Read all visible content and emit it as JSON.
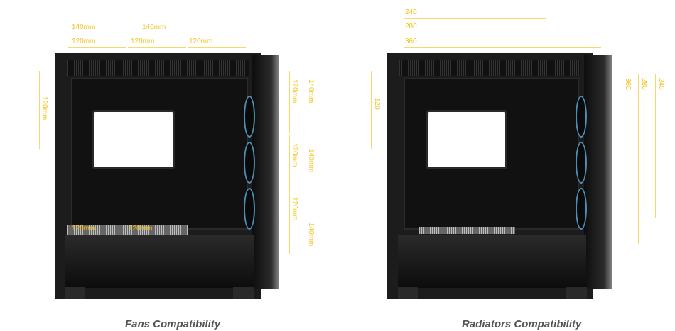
{
  "accent_color": "#f2c21b",
  "fans": {
    "caption": "Fans Compatibility",
    "top_row1": [
      "140mm",
      "140mm"
    ],
    "top_row2": [
      "120mm",
      "120mm",
      "120mm"
    ],
    "rear": "120mm",
    "front_120": [
      "120mm",
      "120mm",
      "120mm"
    ],
    "front_140": [
      "140mm",
      "140mm",
      "140mm"
    ],
    "bottom": [
      "120mm",
      "120mm"
    ]
  },
  "radiators": {
    "caption": "Radiators Compatibility",
    "top": [
      "240",
      "280",
      "360"
    ],
    "rear": "120",
    "front": [
      "360",
      "280",
      "240"
    ]
  }
}
